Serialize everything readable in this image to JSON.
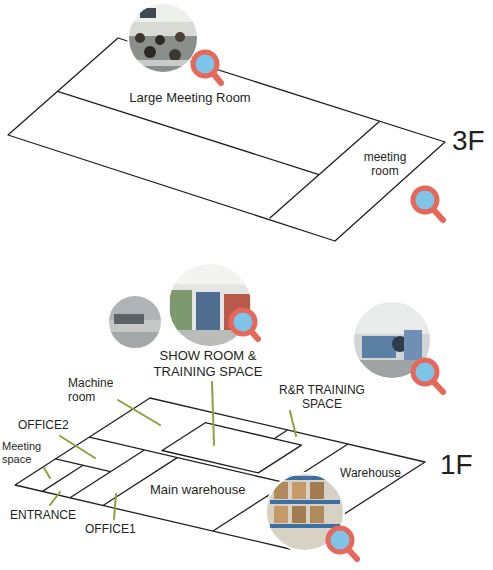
{
  "diagram": {
    "labels": [
      "Large Meeting Room",
      "meeting room",
      "3F",
      "SHOW ROOM & TRAINING SPACE",
      "Machine room",
      "R&R TRAINING SPACE",
      "OFFICE2",
      "Meeting space",
      "ENTRANCE",
      "OFFICE1",
      "Main warehouse",
      "Warehouse",
      "1F"
    ]
  }
}
